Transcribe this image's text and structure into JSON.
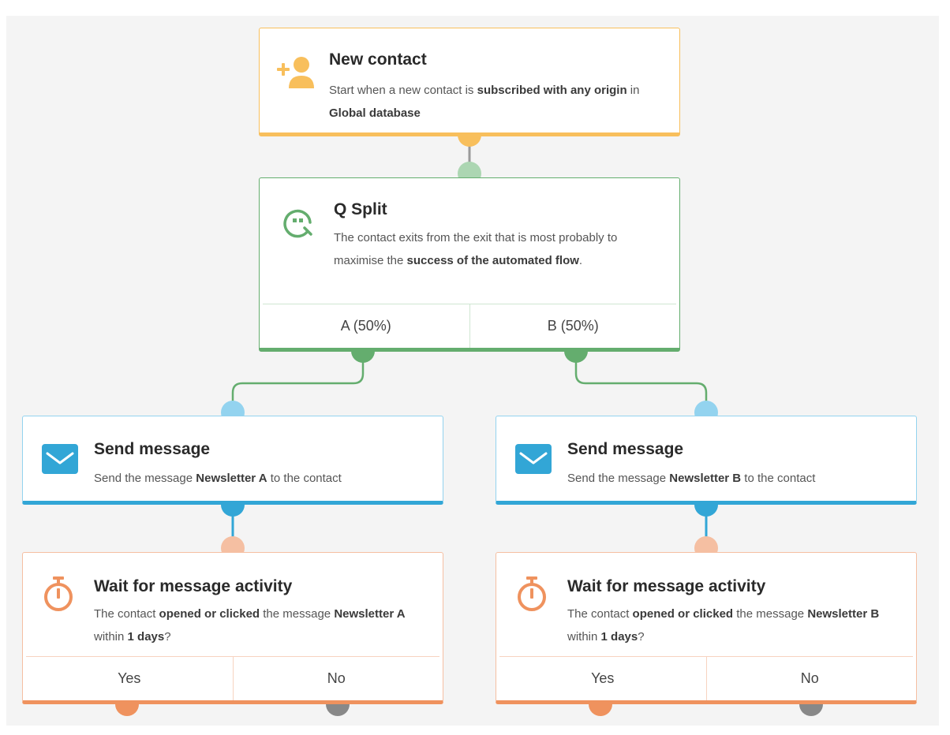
{
  "colors": {
    "trigger": "#f8bf5c",
    "split": "#64ad6e",
    "split_in": "#acd6b2",
    "message": "#32a6d6",
    "message_in": "#93d3ef",
    "wait": "#ef925e",
    "wait_in": "#f5bfa2",
    "wait_no": "#888888"
  },
  "trigger": {
    "icon": "add-person-icon",
    "title": "New contact",
    "desc": [
      "Start when a new contact is ",
      "subscribed with any origin",
      " in ",
      "Global database"
    ]
  },
  "split": {
    "icon": "q-split-icon",
    "title": "Q Split",
    "desc": [
      "The contact exits from the exit that is most probably to maximise the ",
      "success of the automated flow",
      "."
    ],
    "exits": [
      "A (50%)",
      "B (50%)"
    ]
  },
  "message_a": {
    "icon": "envelope-icon",
    "title": "Send message",
    "desc": [
      "Send the message ",
      "Newsletter A",
      " to the contact"
    ]
  },
  "message_b": {
    "icon": "envelope-icon",
    "title": "Send message",
    "desc": [
      "Send the message ",
      "Newsletter B",
      " to the contact"
    ]
  },
  "wait_a": {
    "icon": "stopwatch-icon",
    "title": "Wait for message activity",
    "desc": [
      "The contact ",
      "opened or clicked",
      " the message ",
      "Newsletter A",
      " within ",
      "1 days",
      "?"
    ],
    "exits": [
      "Yes",
      "No"
    ]
  },
  "wait_b": {
    "icon": "stopwatch-icon",
    "title": "Wait for message activity",
    "desc": [
      "The contact ",
      "opened or clicked",
      " the message ",
      "Newsletter B",
      " within ",
      "1 days",
      "?"
    ],
    "exits": [
      "Yes",
      "No"
    ]
  }
}
